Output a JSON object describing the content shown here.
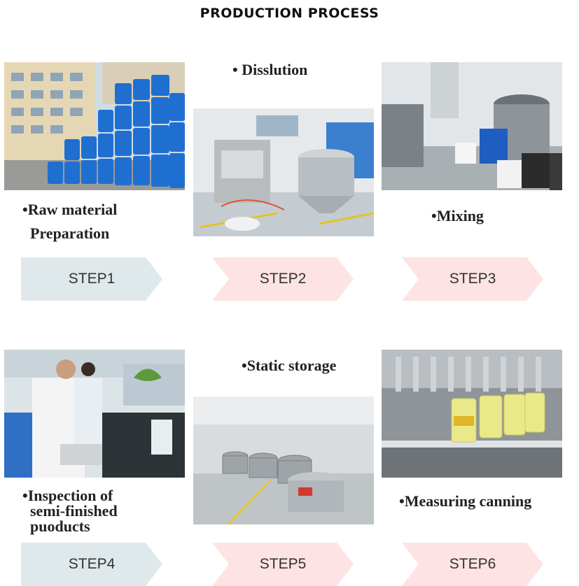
{
  "title": "PRODUCTION PROCESS",
  "captions": {
    "c1_line1": "•Raw material",
    "c1_line2": "Preparation",
    "c2": "• Disslution",
    "c3": "•Mixing",
    "c4_line1": "•Inspection of",
    "c4_line2": "semi-finished",
    "c4_line3": "puoducts",
    "c5": "•Static storage",
    "c6": "•Measuring canning"
  },
  "steps": [
    "STEP1",
    "STEP2",
    "STEP3",
    "STEP4",
    "STEP5",
    "STEP6"
  ],
  "colors": {
    "step_blue": "#dfe9ec",
    "step_pink": "#fde3e3"
  },
  "photos": {
    "p1": "raw-material-barrels-photo",
    "p2": "dissolution-tank-photo",
    "p3": "mixing-workshop-photo",
    "p4": "lab-inspection-photo",
    "p5": "storage-tanks-photo",
    "p6": "bottle-filling-line-photo"
  }
}
